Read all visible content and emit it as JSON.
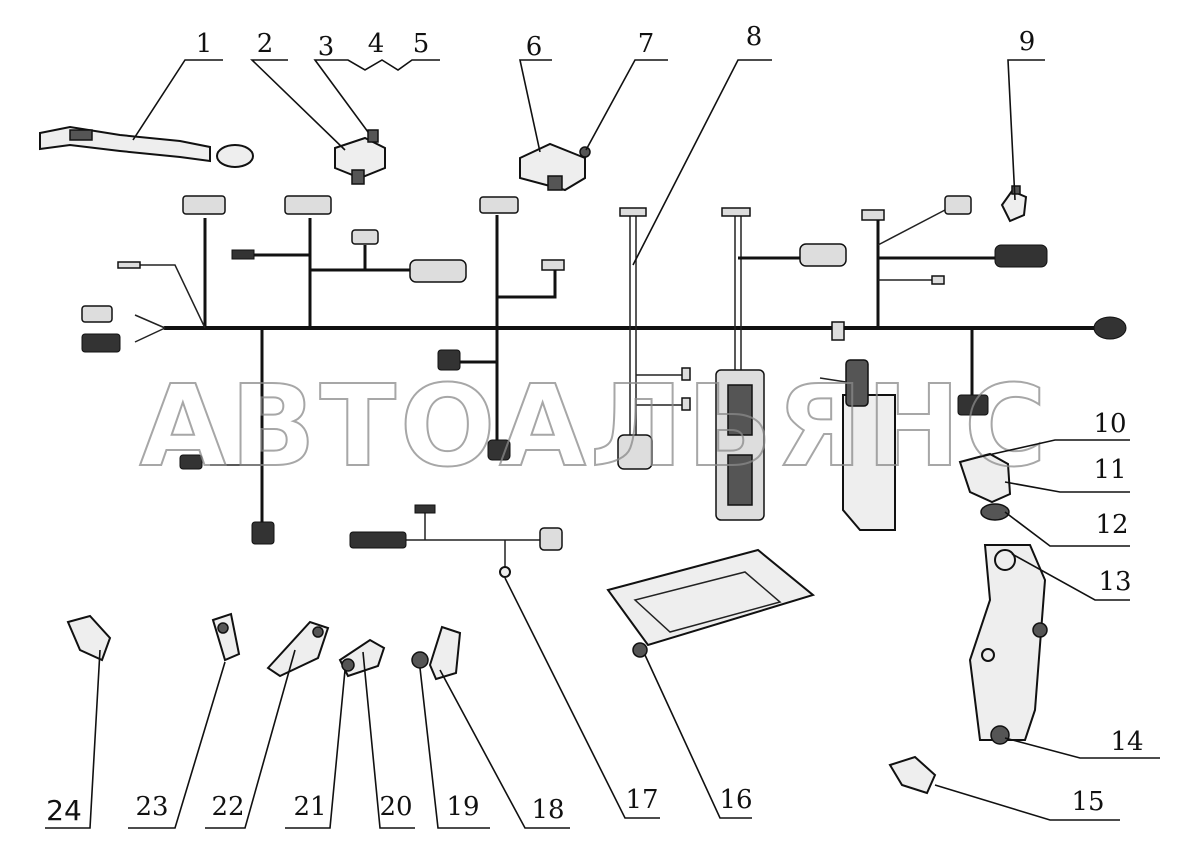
{
  "watermark": "АВТОАЛЬЯНС",
  "callouts": [
    "1",
    "2",
    "3",
    "4",
    "5",
    "6",
    "7",
    "8",
    "9",
    "10",
    "11",
    "12",
    "13",
    "14",
    "15",
    "16",
    "17",
    "18",
    "19",
    "20",
    "21",
    "22",
    "23",
    "24"
  ]
}
